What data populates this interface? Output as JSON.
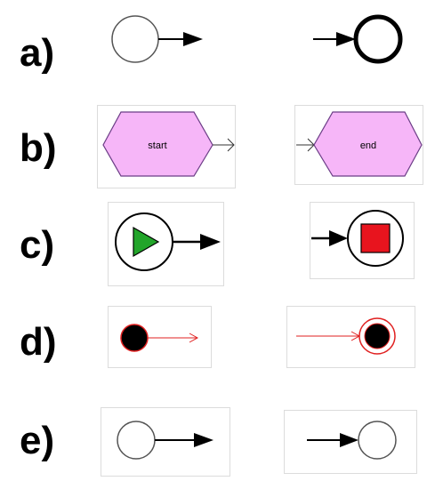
{
  "rows": [
    {
      "label": "a)"
    },
    {
      "label": "b)",
      "start_text": "start",
      "end_text": "end"
    },
    {
      "label": "c)"
    },
    {
      "label": "d)"
    },
    {
      "label": "e)"
    }
  ],
  "colors": {
    "hexagon_fill": "#f6b6f8",
    "hexagon_stroke": "#6b3d86",
    "play_fill": "#22a52a",
    "stop_fill": "#e8141e",
    "uml_red": "#e02020",
    "uml_black": "#000000",
    "circle_stroke": "#555555"
  },
  "icons": [
    "start-event-circle",
    "end-event-circle",
    "play-icon",
    "stop-icon"
  ]
}
